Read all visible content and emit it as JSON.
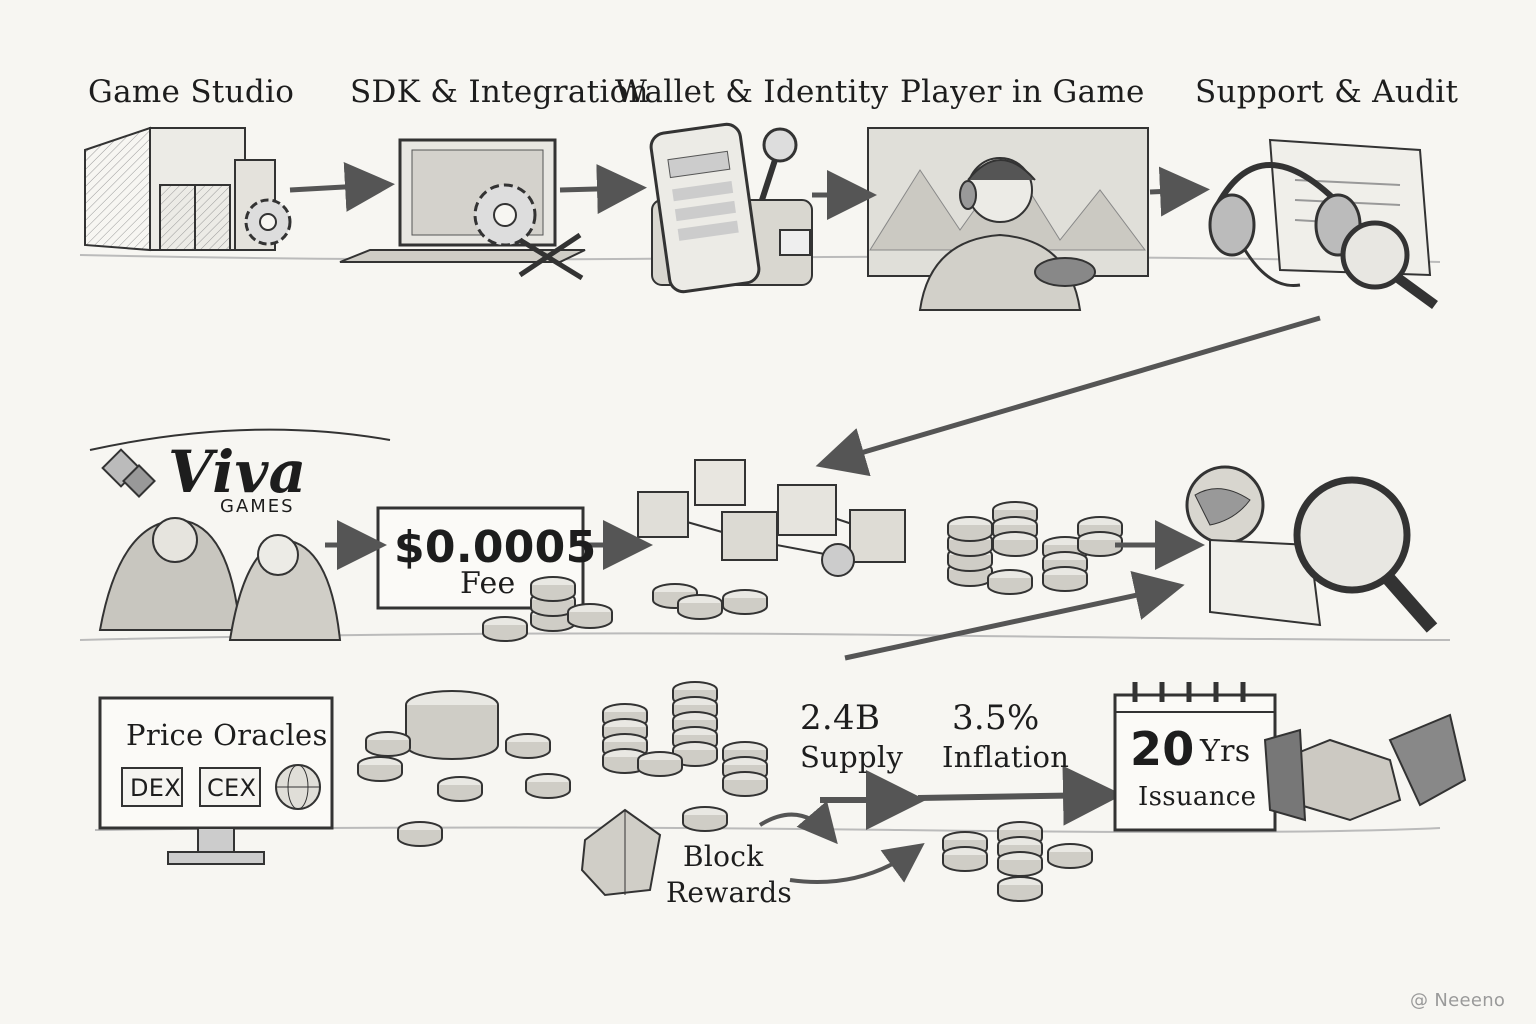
{
  "pipeline": {
    "steps": [
      {
        "label": "Game Studio"
      },
      {
        "label": "SDK & Integration"
      },
      {
        "label": "Wallet & Identity"
      },
      {
        "label": "Player in Game"
      },
      {
        "label": "Support & Audit"
      }
    ]
  },
  "brand": {
    "name": "Viva",
    "subtitle": "GAMES"
  },
  "fee": {
    "amount": "$0.0005",
    "label": "Fee"
  },
  "oracles": {
    "title": "Price Oracles",
    "sources": [
      "DEX",
      "CEX"
    ]
  },
  "block_rewards": {
    "line1": "Block",
    "line2": "Rewards"
  },
  "supply": {
    "amount": "2.4B",
    "label": "Supply"
  },
  "inflation": {
    "amount": "3.5%",
    "label": "Inflation"
  },
  "issuance": {
    "years": "20",
    "unit": "Yrs",
    "label": "Issuance"
  },
  "watermark": {
    "text": "@ Neeeno"
  },
  "icons": [
    "building-icon",
    "gear-icon",
    "laptop-icon",
    "tools-icon",
    "phone-icon",
    "key-icon",
    "wallet-icon",
    "gamer-icon",
    "headset-icon",
    "document-icon",
    "magnifier-icon",
    "viva-logo-icon",
    "characters-icon",
    "blockchain-cubes-icon",
    "coin-stack-icon",
    "globe-icon",
    "monitor-icon",
    "gem-icon",
    "calendar-icon",
    "handshake-icon"
  ]
}
